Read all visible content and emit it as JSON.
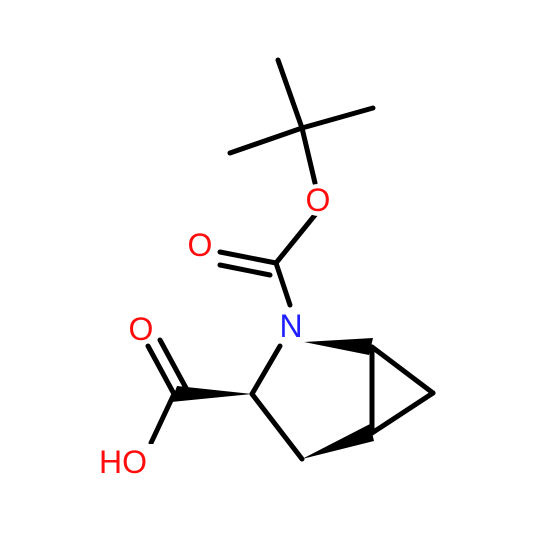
{
  "colors": {
    "bond": "#000000",
    "oxygen": "#ff0d0d",
    "nitrogen": "#1f1fff",
    "background": "#ffffff"
  },
  "atoms": {
    "ester_oxygen": "O",
    "carbonyl_oxygen_boc": "O",
    "ring_nitrogen": "N",
    "carbonyl_oxygen_acid": "O",
    "hydroxyl": "HO"
  }
}
